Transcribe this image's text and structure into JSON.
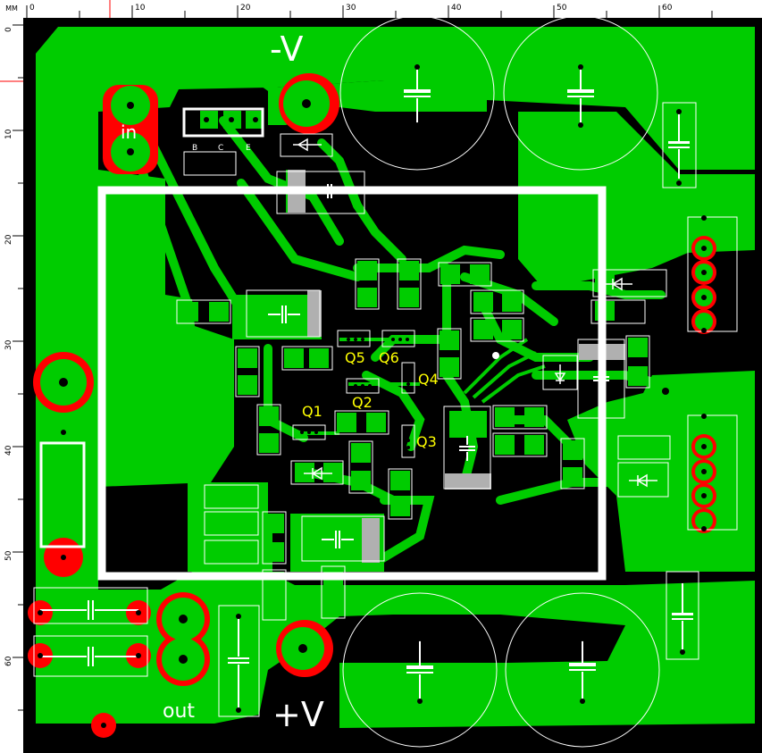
{
  "ruler": {
    "unit": "MM",
    "top_ticks": [
      "0",
      "10",
      "20",
      "30",
      "40",
      "50",
      "60"
    ],
    "left_ticks": [
      "0",
      "10",
      "20",
      "30",
      "40",
      "50",
      "60"
    ]
  },
  "labels": {
    "input": "in",
    "output": "out",
    "neg_rail": "-V",
    "pos_rail": "+V",
    "pin_b": "B",
    "pin_c": "C",
    "pin_e": "E"
  },
  "designators": {
    "q1": "Q1",
    "q2": "Q2",
    "q3": "Q3",
    "q4": "Q4",
    "q5": "Q5",
    "q6": "Q6"
  },
  "colors": {
    "board": "#000000",
    "copper": "#00cc00",
    "pad": "#ff0000",
    "silkscreen": "#ffffff",
    "designator": "#ffff00",
    "component_body": "#b0b0b0"
  }
}
